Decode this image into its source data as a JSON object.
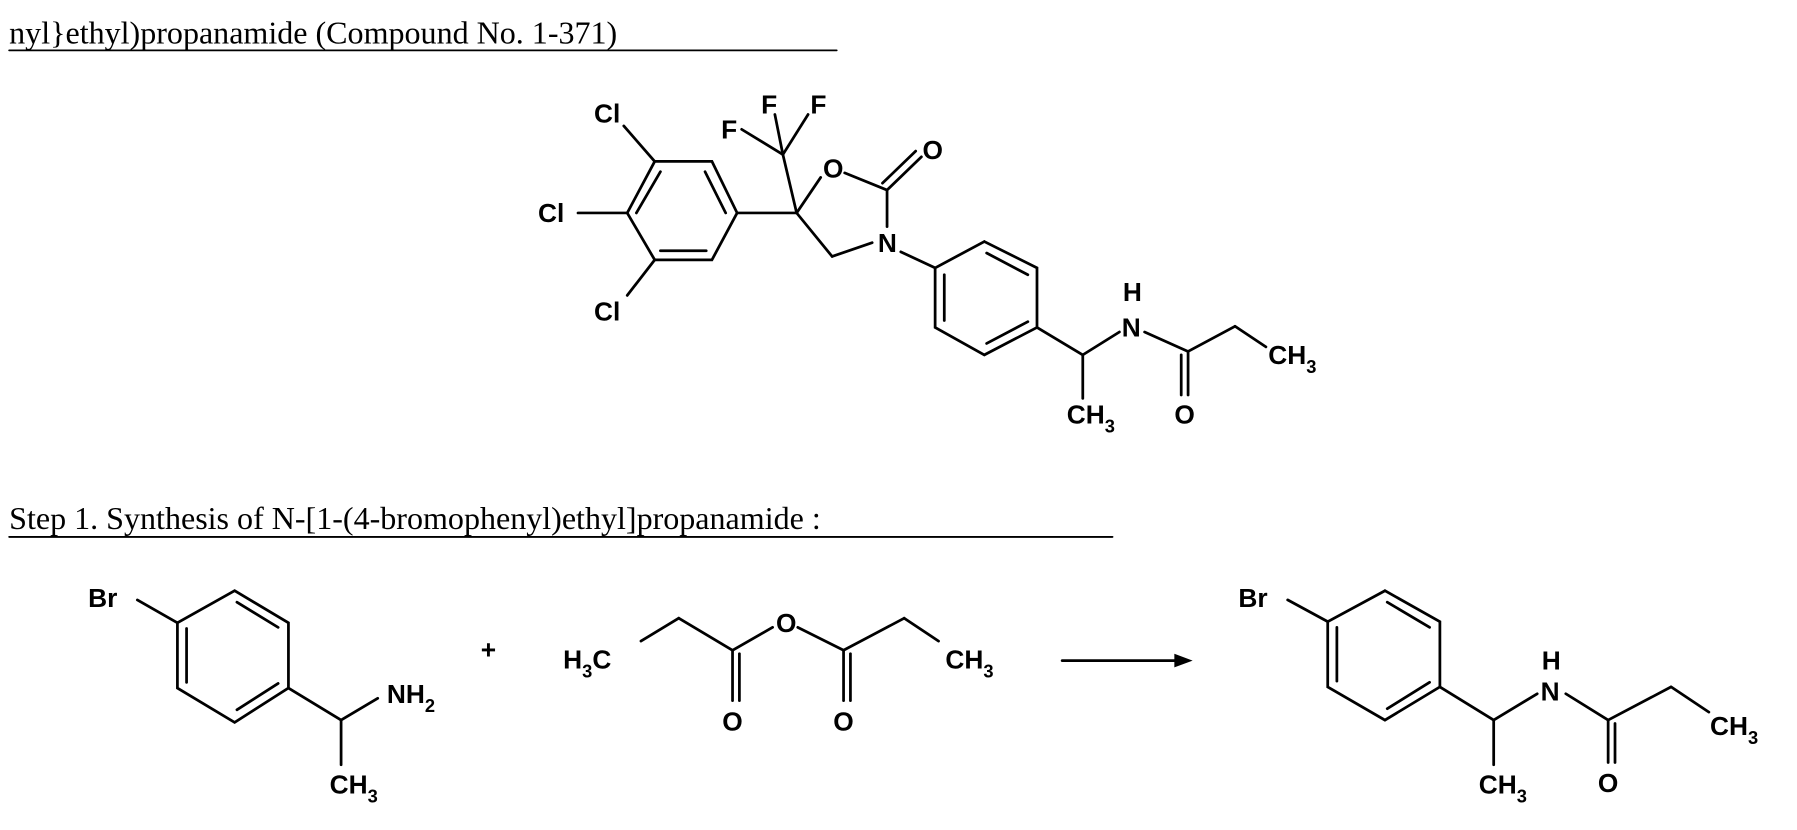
{
  "document": {
    "heading_continuation": "nyl}ethyl)propanamide (Compound No. 1-371)",
    "step_heading": "Step 1. Synthesis of N-[1-(4-bromophenyl)ethyl]propanamide :"
  },
  "compound": {
    "atoms": {
      "cl_top": "Cl",
      "cl_mid": "Cl",
      "cl_bot": "Cl",
      "f1": "F",
      "f2": "F",
      "f3": "F",
      "o_ring": "O",
      "o_carbonyl": "O",
      "n_ring": "N",
      "nh_n": "N",
      "nh_h": "H",
      "o_amide": "O",
      "ch3_methyl": {
        "main": "CH",
        "sub": "3"
      },
      "ch3_ethyl": {
        "main": "CH",
        "sub": "3"
      }
    }
  },
  "scheme": {
    "reactant1": {
      "br": "Br",
      "nh2": {
        "main": "NH",
        "sub": "2"
      },
      "ch3": {
        "main": "CH",
        "sub": "3"
      }
    },
    "plus": "+",
    "reactant2": {
      "h3c": {
        "h": "H",
        "sub": "3",
        "c": "C"
      },
      "o_bridge": "O",
      "o_left": "O",
      "o_right": "O",
      "ch3": {
        "main": "CH",
        "sub": "3"
      }
    },
    "arrow": "reaction-arrow",
    "product": {
      "br": "Br",
      "n": "N",
      "h": "H",
      "o": "O",
      "ch3_methyl": {
        "main": "CH",
        "sub": "3"
      },
      "ch3_ethyl": {
        "main": "CH",
        "sub": "3"
      }
    }
  }
}
